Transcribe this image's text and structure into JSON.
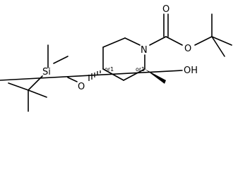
{
  "atoms": {
    "n1": "N",
    "o_carbonyl": "O",
    "o_ester": "O",
    "si": "Si",
    "o_silyl": "O",
    "oh": "OH"
  },
  "stereo_labels": {
    "c4": "or1",
    "c2": "or1"
  },
  "colors": {
    "bond": "#000000",
    "text": "#000000",
    "background": "#ffffff"
  }
}
